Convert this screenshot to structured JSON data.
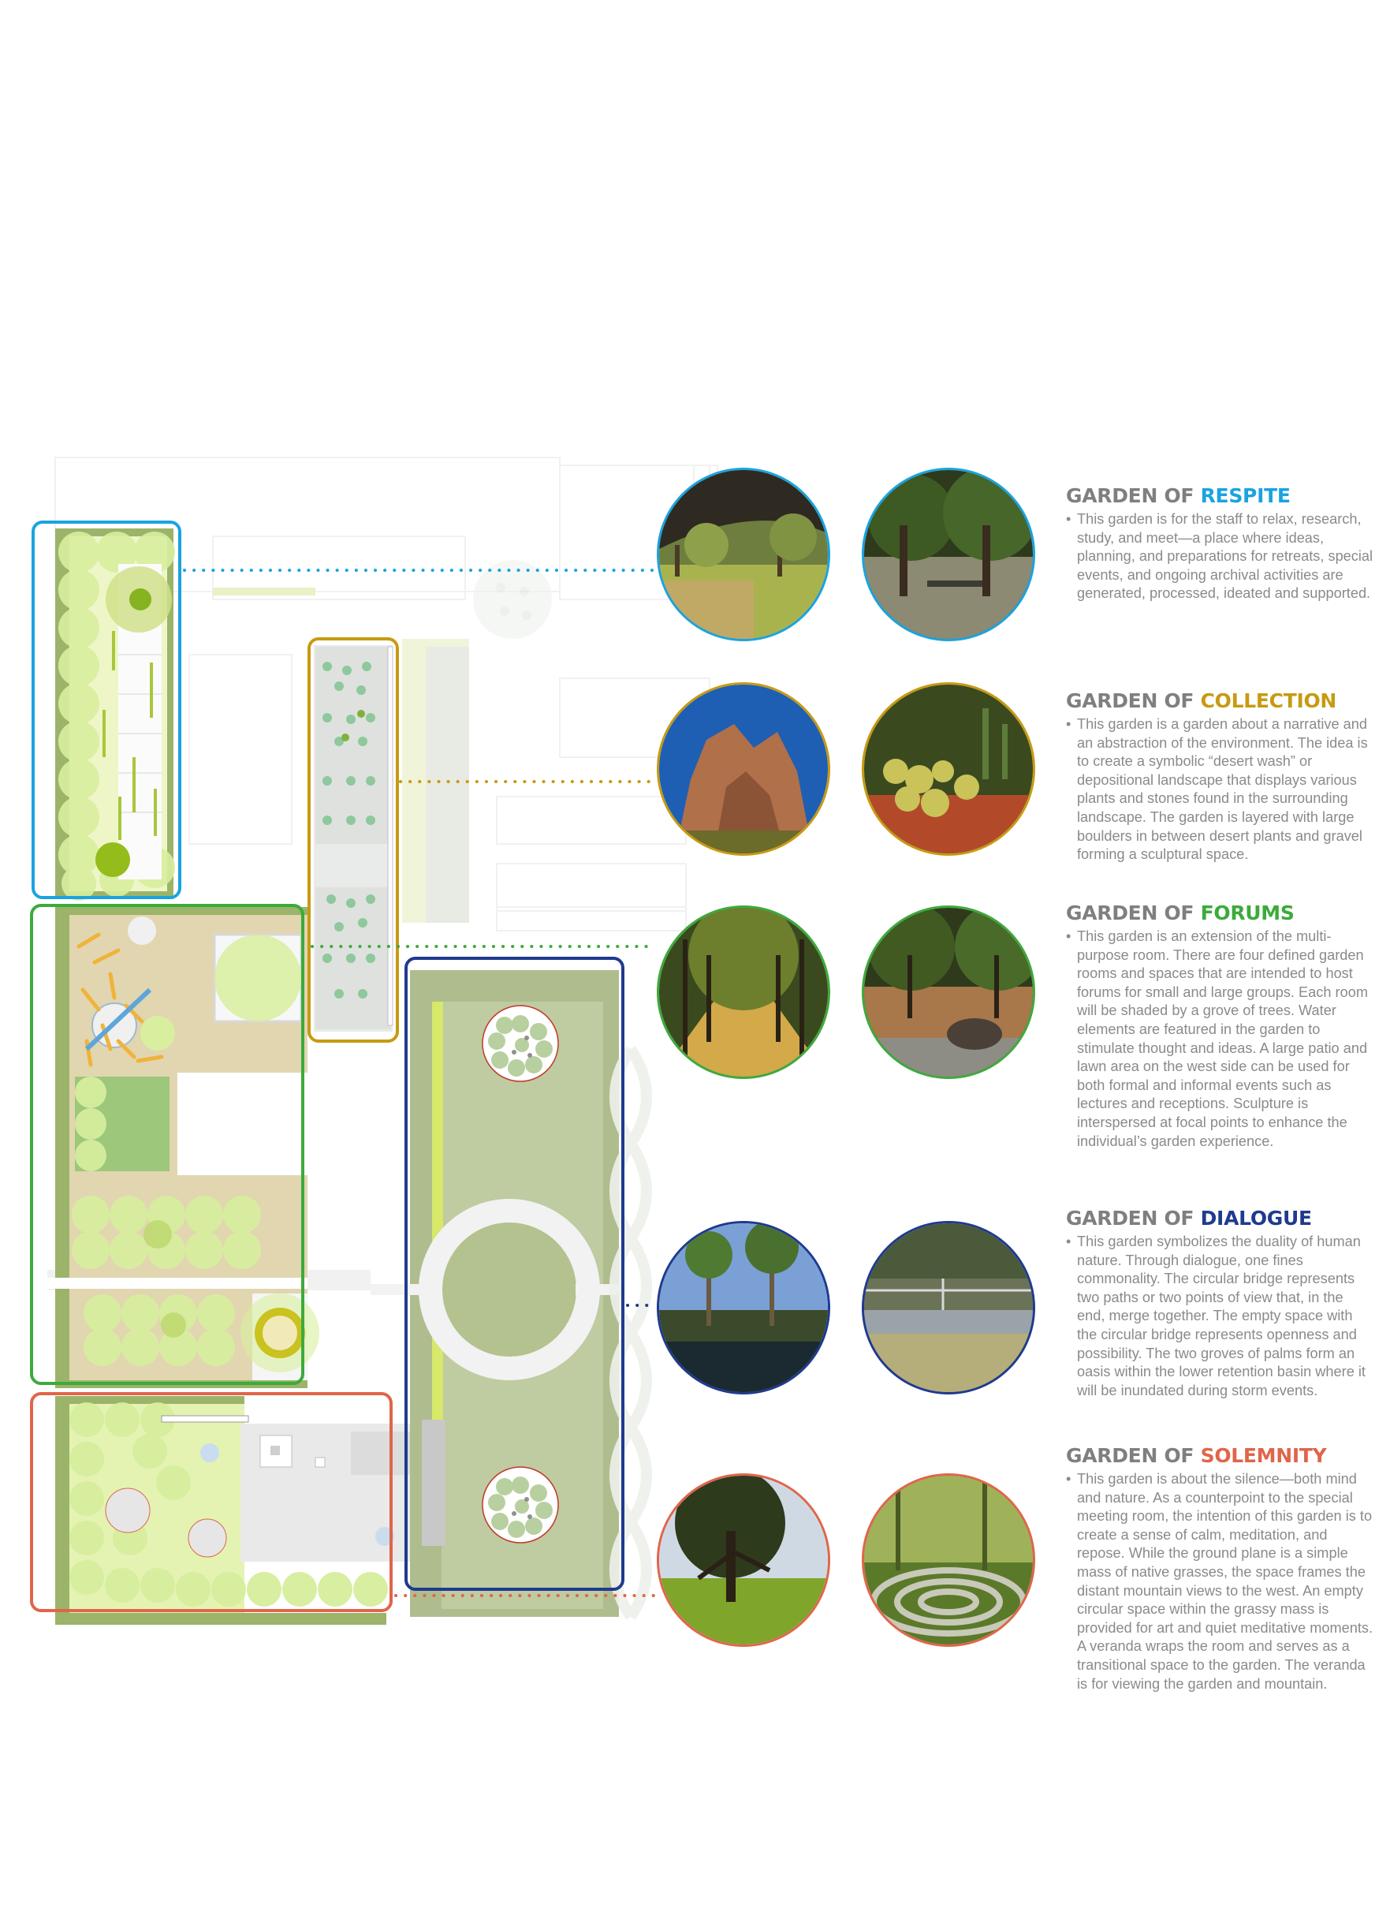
{
  "gardens": [
    {
      "key": "respite",
      "title_prefix": "GARDEN OF ",
      "name": "RESPITE",
      "color": "#1aa3e0",
      "description": "This garden is for the staff to relax, research, study, and meet—a place where ideas, planning, and preparations for retreats, special events, and ongoing archival activities are generated, processed, ideated and supported."
    },
    {
      "key": "collection",
      "title_prefix": "GARDEN OF ",
      "name": "COLLECTION",
      "color": "#c79a12",
      "description": "This garden is a garden about a narrative and an abstraction of the environment. The idea is to create a symbolic “desert wash” or depositional landscape that displays various plants and stones found in the surrounding landscape. The garden is layered with large boulders in between desert plants and gravel forming a sculptural space."
    },
    {
      "key": "forums",
      "title_prefix": "GARDEN OF ",
      "name": "FORUMS",
      "color": "#3daa3c",
      "description": "This garden is an extension of the multi-purpose room. There are four defined garden rooms and spaces that are intended to host forums for small and large groups. Each room will be shaded by a grove of trees. Water elements are featured in the garden to stimulate thought and ideas. A large patio and lawn area on the west side can be used for both formal and informal events such as lectures and receptions. Sculpture is interspersed at focal points to enhance the individual’s garden experience."
    },
    {
      "key": "dialogue",
      "title_prefix": "GARDEN OF ",
      "name": "DIALOGUE",
      "color": "#1f3a8f",
      "description": "This garden symbolizes the duality of human nature. Through dialogue, one fines commonality. The circular bridge represents two paths or two points of view that, in the end, merge together. The empty space with the circular bridge represents openness and possibility. The two groves of palms form an oasis within the lower retention basin where it will be inundated during storm events."
    },
    {
      "key": "solemnity",
      "title_prefix": "GARDEN OF ",
      "name": "SOLEMNITY",
      "color": "#e0654a",
      "description": "This garden is about the silence—both mind and nature. As a counterpoint to the special meeting room, the intention of this garden is to create a sense of calm, meditation, and repose. While the ground plane is a simple mass of native grasses, the space frames the distant mountain views to the west. An empty circular space within the grassy mass is provided for art and quiet meditative moments. A veranda wraps the room and serves as a transitional space to the garden. The veranda is for viewing the garden and mountain."
    }
  ]
}
